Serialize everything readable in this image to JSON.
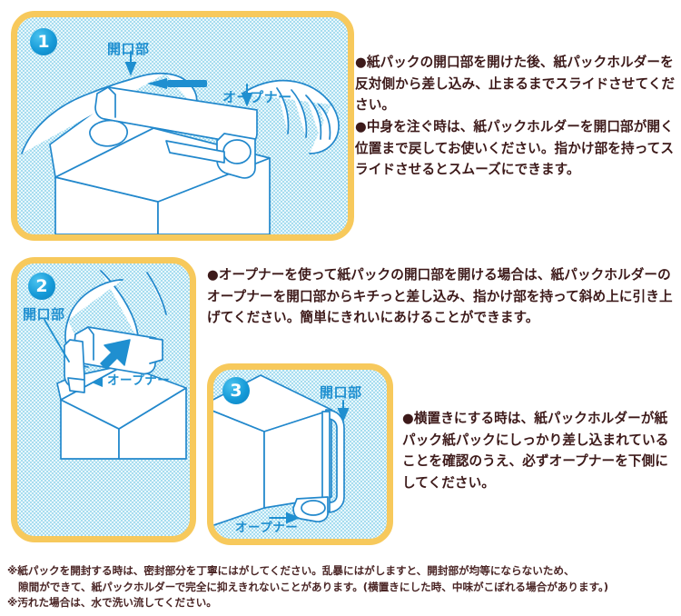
{
  "theme": {
    "frame_color": "#f7c95c",
    "panel_bg": "#eaf8fd",
    "halftone_dot": "#a5dcef",
    "line_art": "#2288cc",
    "badge_blue": "#159ad8",
    "body_text": "#3d1a1a",
    "footnote_text": "#4a2525",
    "label_text": "#1f8fd0"
  },
  "panels": [
    {
      "number": "1",
      "labels": [
        {
          "text": "開口部"
        },
        {
          "text": "オープナー"
        }
      ]
    },
    {
      "number": "2",
      "labels": [
        {
          "text": "開口部"
        },
        {
          "text": "オープナー"
        }
      ]
    },
    {
      "number": "3",
      "labels": [
        {
          "text": "開口部"
        },
        {
          "text": "オープナー"
        }
      ]
    }
  ],
  "instructions": {
    "step1": [
      "●紙パックの開口部を開けた後、紙パックホルダーを反対側から差し込み、止まるまでスライドさせてください。",
      "●中身を注ぐ時は、紙パックホルダーを開口部が開く位置まで戻してお使いください。指かけ部を持ってスライドさせるとスムーズにできます。"
    ],
    "step2": [
      "●オープナーを使って紙パックの開口部を開ける場合は、紙パックホルダーのオープナーを開口部からキチっと差し込み、指かけ部を持って斜め上に引き上げてください。簡単にきれいにあけることができます。"
    ],
    "step3": [
      "●横置きにする時は、紙パックホルダーが紙パック紙パックにしっかり差し込まれていることを確認のうえ、必ずオープナーを下側にしてください。"
    ]
  },
  "footnotes": [
    "※紙パックを開封する時は、密封部分を丁寧にはがしてください。乱暴にはがしますと、開封部が均等にならないため、",
    "隙間ができて、紙パックホルダーで完全に抑えきれないことがあります。(横置きにした時、中味がこぼれる場合があります。)",
    "※汚れた場合は、水で洗い流してください。"
  ]
}
